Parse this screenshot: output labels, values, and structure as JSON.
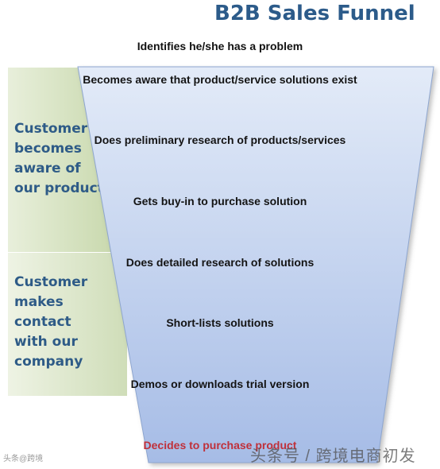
{
  "title": "B2B Sales Funnel",
  "top_label": "Identifies he/she has a problem",
  "side_labels": {
    "aware": "Customer\nbecomes\naware of\nour product",
    "contact": "Customer\nmakes\ncontact\nwith our\ncompany"
  },
  "steps": [
    "Becomes aware that product/service solutions exist",
    "Does preliminary research of products/services",
    "Gets buy-in to purchase solution",
    "Does detailed research of solutions",
    "Short-lists solutions",
    "Demos or downloads trial version",
    "Decides to purchase product"
  ],
  "watermarks": {
    "left": "头条@跨境",
    "right": "头条号 / 跨境电商初发"
  },
  "colors": {
    "title": "#2c5b8a",
    "funnel_top": "#dfe8f7",
    "funnel_bottom": "#a9bfe8",
    "final_step": "#c0303a"
  }
}
